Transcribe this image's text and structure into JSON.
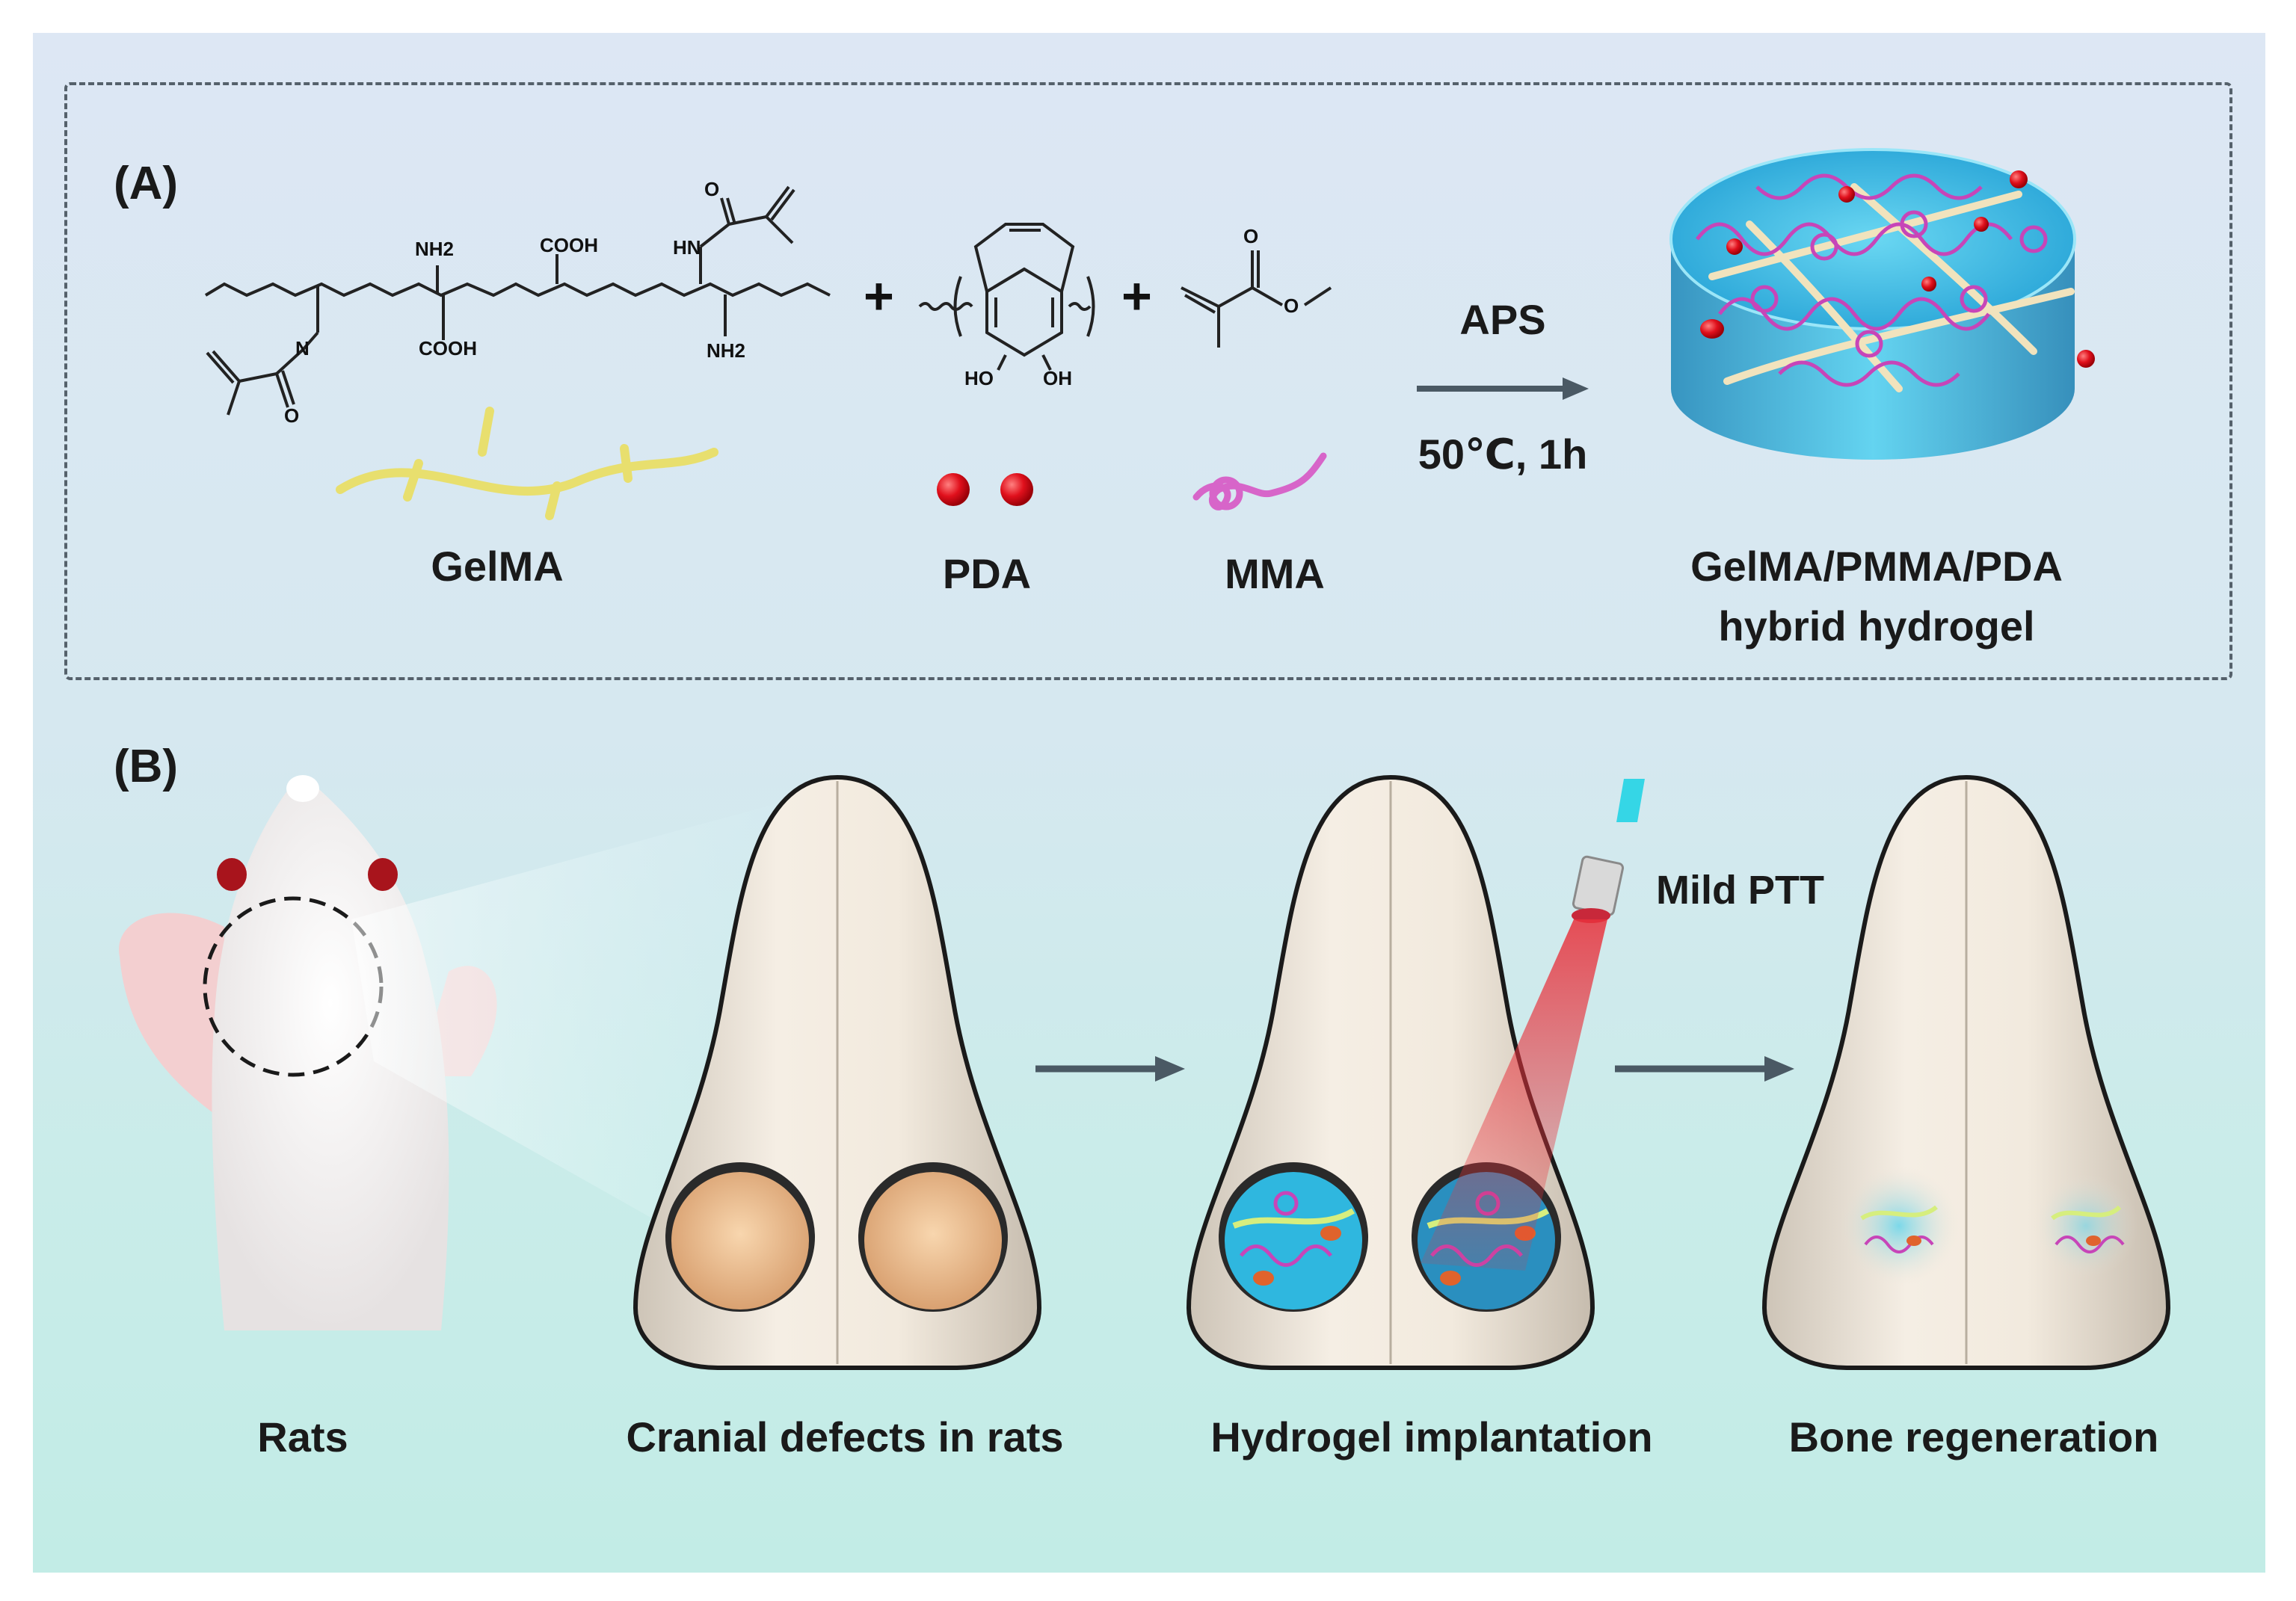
{
  "panel_a": {
    "label": "(A)",
    "chem_labels": {
      "nh2_top": "NH2",
      "cooh_top": "COOH",
      "hn": "HN",
      "o_top": "O",
      "n_left": "N",
      "o_left": "O",
      "cooh_bottom": "COOH",
      "nh2_bottom": "NH2",
      "ho": "HO",
      "oh": "OH",
      "o_mma_top": "O",
      "o_mma_ester": "O",
      "plus": "+"
    },
    "reagents": [
      "GelMA",
      "PDA",
      "MMA"
    ],
    "conditions": {
      "top": "APS",
      "bottom": "50℃, 1h"
    },
    "product": {
      "line1": "GelMA/PMMA/PDA",
      "line2": "hybrid hydrogel"
    }
  },
  "panel_b": {
    "label": "(B)",
    "steps": [
      "Rats",
      "Cranial defects in rats",
      "Hydrogel implantation",
      "Bone regeneration"
    ],
    "ptt_label": "Mild PTT"
  },
  "colors": {
    "gelma": "#e8df6e",
    "pda": "#e0101c",
    "mma": "#d765c9",
    "hydrogel": "#2fb7df",
    "skull": "#ece3d7",
    "arrow": "#4a5964"
  }
}
